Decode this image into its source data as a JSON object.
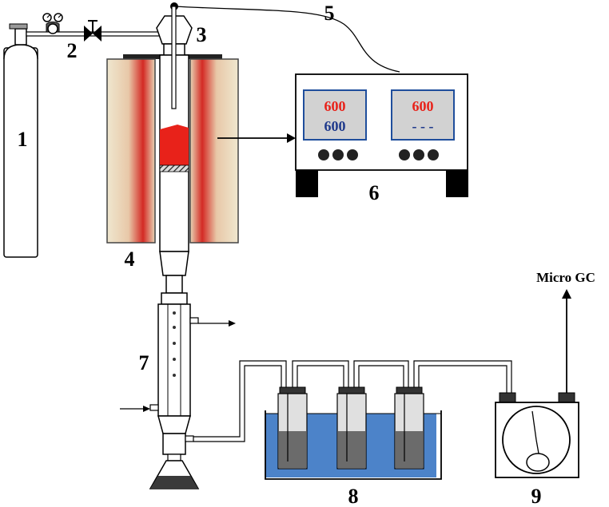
{
  "labels": {
    "gas_cylinder": "1",
    "valves": "2",
    "reactor_head": "3",
    "furnace": "4",
    "thermocouple": "5",
    "controller": "6",
    "condenser": "7",
    "bath": "8",
    "gas_meter": "9",
    "outlet": "Micro GC"
  },
  "controller": {
    "left_set": "600",
    "left_actual": "600",
    "right_set": "600",
    "right_actual": "- - -"
  },
  "colors": {
    "heater": "#d62c26",
    "display_red": "#e8221a",
    "display_blue": "#1f3a8c",
    "display_screen": "#d2d2d2",
    "water": "#4c83c9"
  }
}
